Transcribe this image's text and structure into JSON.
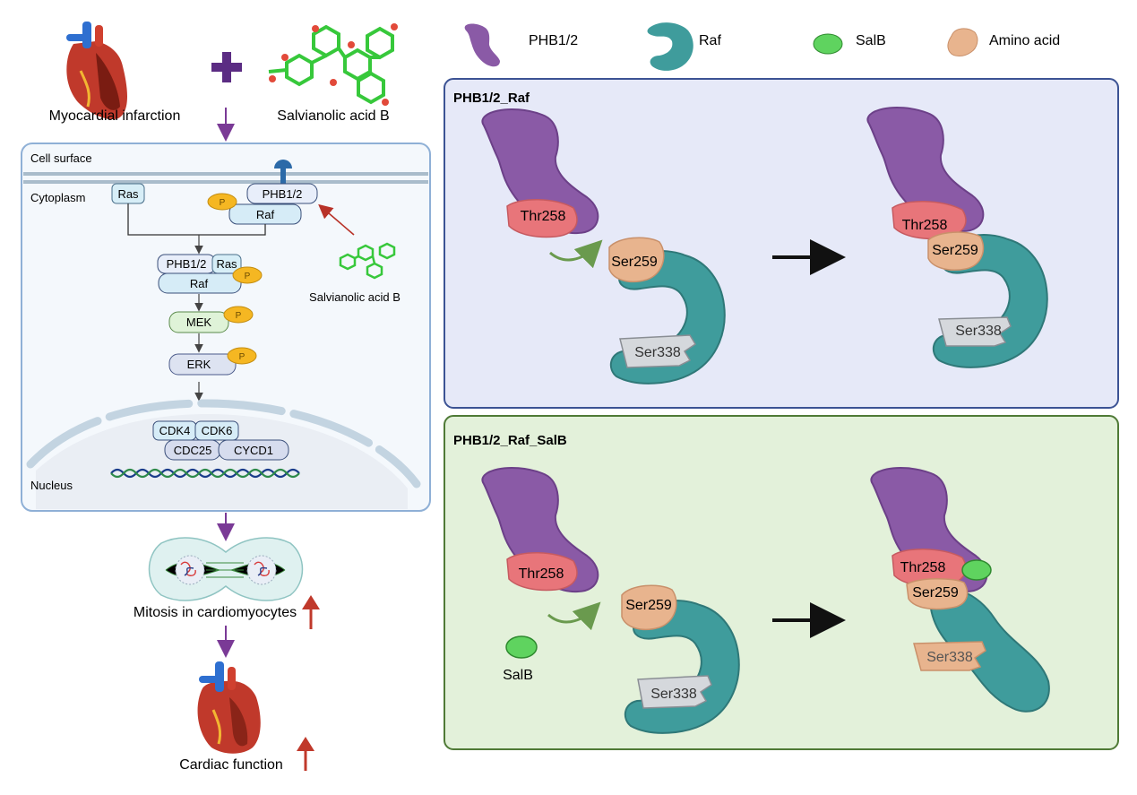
{
  "top": {
    "condition_label": "Myocardial infarction",
    "compound_label": "Salvianolic acid B"
  },
  "cell": {
    "surface_label": "Cell surface",
    "cytoplasm_label": "Cytoplasm",
    "nucleus_label": "Nucleus",
    "ras": "Ras",
    "phb": "PHB1/2",
    "raf": "Raf",
    "p": "P",
    "mek": "MEK",
    "erk": "ERK",
    "cdk4": "CDK4",
    "cdk6": "CDK6",
    "cdc25": "CDC25",
    "cycd1": "CYCD1",
    "drug_label": "Salvianolic acid B"
  },
  "outcomes": {
    "mitosis": "Mitosis in cardiomyocytes",
    "cardiac": "Cardiac function"
  },
  "legend": {
    "phb": "PHB1/2",
    "raf": "Raf",
    "salb": "SalB",
    "amino": "Amino acid"
  },
  "panel1": {
    "title": "PHB1/2_Raf",
    "thr": "Thr258",
    "ser259": "Ser259",
    "ser338": "Ser338"
  },
  "panel2": {
    "title": "PHB1/2_Raf_SalB",
    "thr": "Thr258",
    "ser259": "Ser259",
    "ser338": "Ser338",
    "salb": "SalB"
  },
  "colors": {
    "phb": "#8a5aa6",
    "raf": "#3f9c9c",
    "salb": "#5fd35f",
    "amino": "#e8b48e",
    "thr": "#e8757a",
    "panel1_bg": "#e6e9f8",
    "panel2_bg": "#e3f1da"
  }
}
